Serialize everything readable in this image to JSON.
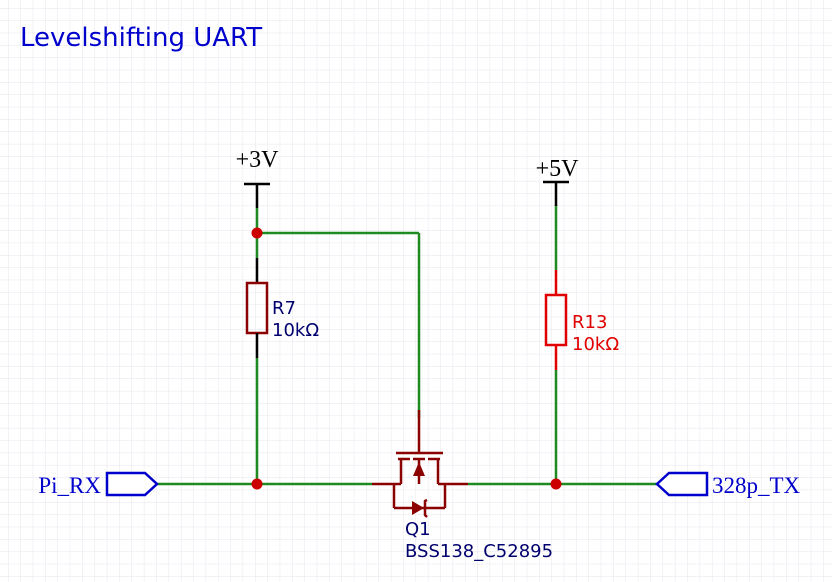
{
  "title": "Levelshifting UART",
  "colors": {
    "wire": "#1f8a1f",
    "junction": "#cc0000",
    "component": "#8b0000",
    "component_selected": "#e00000",
    "label_blue": "#0000cc",
    "designator_navy": "#00006e",
    "power": "#000000",
    "grid": "#e6e6ee"
  },
  "power_symbols": [
    {
      "id": "vcc3",
      "label": "+3V"
    },
    {
      "id": "vcc5",
      "label": "+5V"
    }
  ],
  "components": {
    "r7": {
      "designator": "R7",
      "value": "10kΩ"
    },
    "r13": {
      "designator": "R13",
      "value": "10kΩ"
    },
    "q1": {
      "designator": "Q1",
      "value": "BSS138_C52895"
    }
  },
  "net_ports": {
    "left": {
      "label": "Pi_RX",
      "direction": "output"
    },
    "right": {
      "label": "328p_TX",
      "direction": "input"
    }
  }
}
